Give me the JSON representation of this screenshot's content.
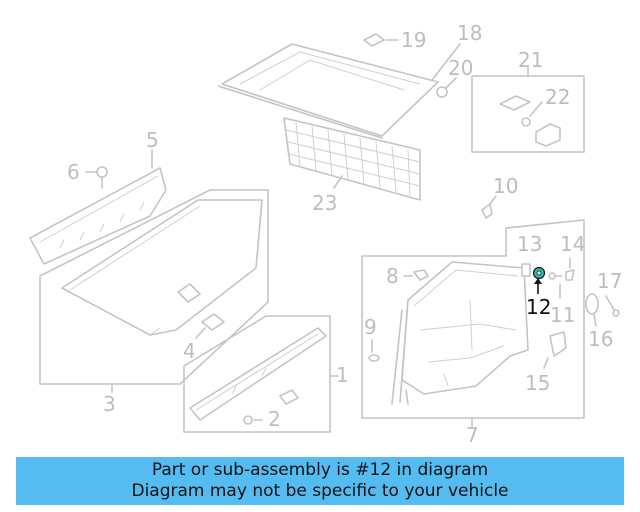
{
  "diagram": {
    "callouts": [
      "1",
      "2",
      "3",
      "4",
      "5",
      "6",
      "7",
      "8",
      "9",
      "10",
      "11",
      "12",
      "13",
      "14",
      "15",
      "16",
      "17",
      "18",
      "19",
      "20",
      "21",
      "22",
      "23"
    ],
    "highlighted": "12"
  },
  "banner": {
    "line1": "Part or sub-assembly is #12 in diagram",
    "line2": "Diagram may not be specific to your vehicle"
  },
  "colors": {
    "banner_bg": "#55bcf2",
    "highlight_part": "#2fb8a6",
    "diagram_line": "#c4c4c4",
    "callout_text": "#bdbdbd"
  }
}
